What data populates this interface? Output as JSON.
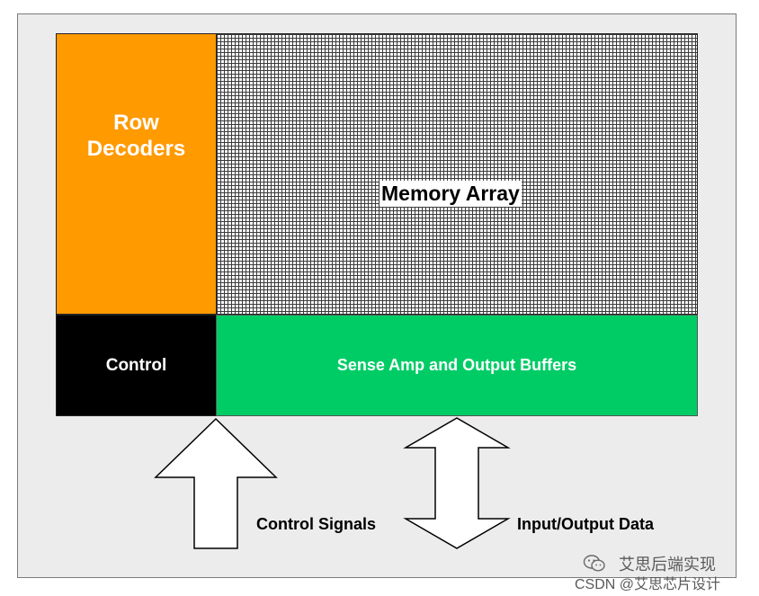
{
  "diagram": {
    "row_decoders_label": "Row\nDecoders",
    "memory_array_label": "Memory Array",
    "control_label": "Control",
    "sense_amp_label": "Sense Amp and Output Buffers",
    "control_signals_label": "Control Signals",
    "io_data_label": "Input/Output Data"
  },
  "colors": {
    "row_decoders": "#ff9a00",
    "memory_array_grid": "#3a3a3a",
    "control": "#000000",
    "sense_amp": "#00cc66",
    "background": "#ececec"
  },
  "watermark": {
    "line1": "艾思后端实现",
    "line2": "CSDN @艾思芯片设计",
    "icon": "wechat-icon"
  }
}
